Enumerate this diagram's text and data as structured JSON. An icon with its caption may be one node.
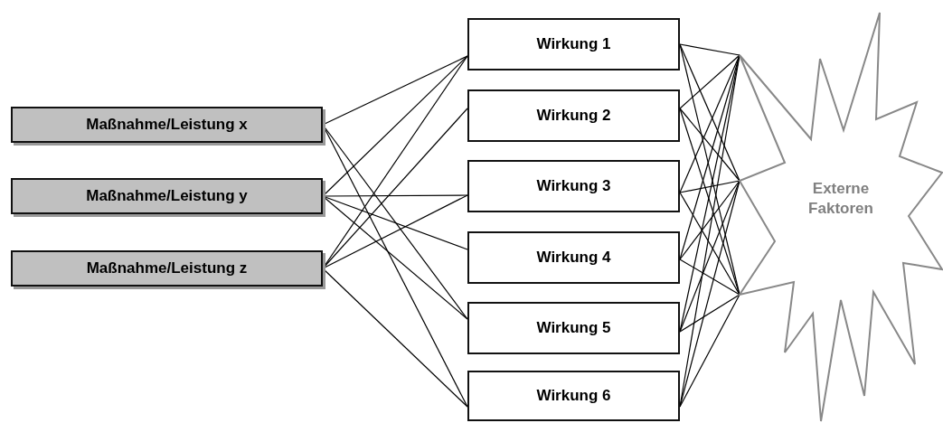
{
  "diagram": {
    "nodes": [
      {
        "text": [
          "Maßnahme/Leistung x"
        ]
      },
      {
        "text": [
          "Maßnahme/Leistung y"
        ]
      },
      {
        "text": [
          "Maßnahme/Leistung z"
        ]
      },
      {
        "text": [
          "Wirkung 1"
        ]
      },
      {
        "text": [
          "Wirkung 2"
        ]
      },
      {
        "text": [
          "Wirkung 3"
        ]
      },
      {
        "text": [
          "Wirkung 4"
        ]
      },
      {
        "text": [
          "Wirkung 5"
        ]
      },
      {
        "text": [
          "Wirkung 6"
        ]
      },
      {
        "text": [
          "Externe Faktoren"
        ]
      }
    ],
    "edges": [
      {
        "from": 0,
        "to": 3,
        "arrow": "none"
      },
      {
        "from": 0,
        "to": 7,
        "arrow": "none"
      },
      {
        "from": 0,
        "to": 8,
        "arrow": "none"
      },
      {
        "from": 1,
        "to": 3,
        "arrow": "none"
      },
      {
        "from": 1,
        "to": 5,
        "arrow": "none"
      },
      {
        "from": 1,
        "to": 6,
        "arrow": "none"
      },
      {
        "from": 1,
        "to": 7,
        "arrow": "none"
      },
      {
        "from": 2,
        "to": 3,
        "arrow": "none"
      },
      {
        "from": 2,
        "to": 4,
        "arrow": "none"
      },
      {
        "from": 2,
        "to": 5,
        "arrow": "none"
      },
      {
        "from": 2,
        "to": 8,
        "arrow": "none"
      },
      {
        "from": 3,
        "to": 9,
        "arrow": "none"
      },
      {
        "from": 3,
        "to": 9,
        "arrow": "none"
      },
      {
        "from": 3,
        "to": 9,
        "arrow": "none"
      },
      {
        "from": 4,
        "to": 9,
        "arrow": "none"
      },
      {
        "from": 4,
        "to": 9,
        "arrow": "none"
      },
      {
        "from": 4,
        "to": 9,
        "arrow": "none"
      },
      {
        "from": 5,
        "to": 9,
        "arrow": "none"
      },
      {
        "from": 5,
        "to": 9,
        "arrow": "none"
      },
      {
        "from": 5,
        "to": 9,
        "arrow": "none"
      },
      {
        "from": 6,
        "to": 9,
        "arrow": "none"
      },
      {
        "from": 6,
        "to": 9,
        "arrow": "none"
      },
      {
        "from": 6,
        "to": 9,
        "arrow": "none"
      },
      {
        "from": 7,
        "to": 9,
        "arrow": "none"
      },
      {
        "from": 7,
        "to": 9,
        "arrow": "none"
      },
      {
        "from": 7,
        "to": 9,
        "arrow": "none"
      },
      {
        "from": 8,
        "to": 9,
        "arrow": "none"
      },
      {
        "from": 8,
        "to": 9,
        "arrow": "none"
      },
      {
        "from": 8,
        "to": 9,
        "arrow": "none"
      }
    ]
  }
}
